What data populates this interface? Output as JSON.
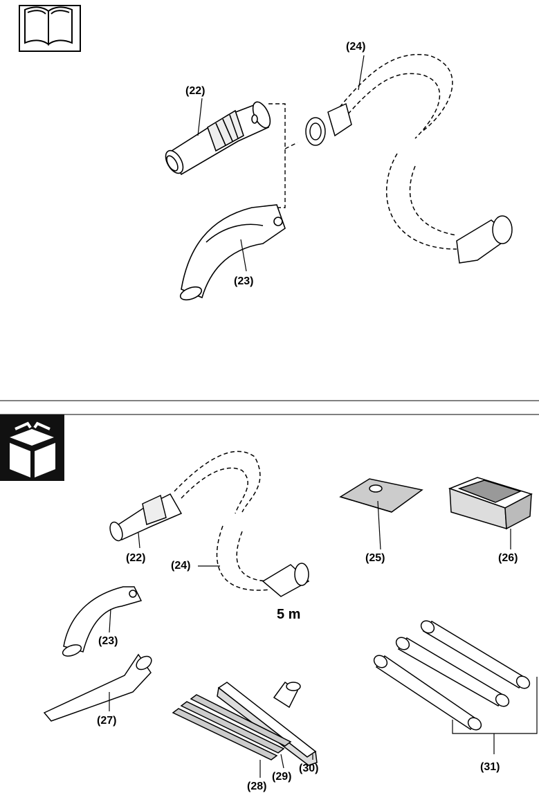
{
  "section1": {
    "labels": {
      "adapter": "(22)",
      "handle": "(23)",
      "hose": "(24)"
    }
  },
  "section2": {
    "labels": {
      "adapter": "(22)",
      "handle": "(23)",
      "hose": "(24)",
      "hose_length": "5 m",
      "dust_bag": "(25)",
      "filter": "(26)",
      "crevice_nozzle": "(27)",
      "strip_a": "(28)",
      "strip_b": "(29)",
      "floor_nozzle": "(30)",
      "tubes": "(31)"
    }
  },
  "icons": [
    "manual-book-icon",
    "package-box-icon"
  ]
}
